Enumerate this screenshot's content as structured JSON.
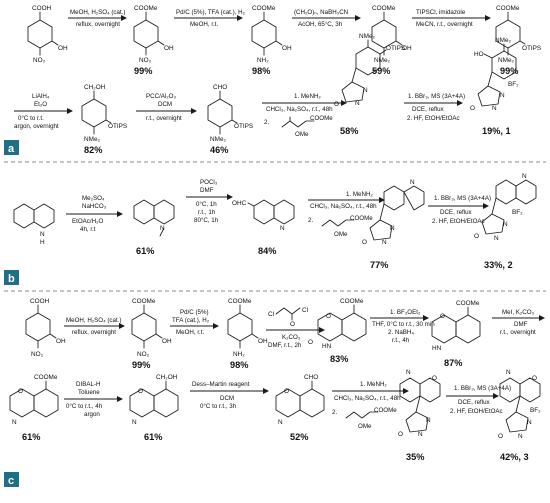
{
  "panels": [
    {
      "label": "a",
      "row1": {
        "sm_labels": [
          "COOH",
          "NO₂",
          "OH"
        ],
        "steps": [
          {
            "conditions": [
              "MeOH, H₂SO₄ (cat.)",
              "reflux, overnight"
            ],
            "yield": "99%"
          },
          {
            "conditions": [
              "Pd/C (5%), TFA (cat.), H₂",
              "MeOH, r.t."
            ],
            "yield": "98%"
          },
          {
            "conditions": [
              "(CH₂O)ₙ, NaBH₃CN",
              "AcOH, 65°C, 3h"
            ],
            "yield": "59%"
          },
          {
            "conditions": [
              "TIPSCl, imidazole",
              "MeCN, r.t., overnight"
            ],
            "yield": "99%"
          }
        ],
        "product_labels": [
          [
            "COOMe",
            "NO₂",
            "OH"
          ],
          [
            "COOMe",
            "NH₂",
            "OH"
          ],
          [
            "COOMe",
            "NMe₂",
            "OH"
          ],
          [
            "COOMe",
            "NMe₂",
            "OTIPS"
          ]
        ]
      },
      "row2": {
        "steps": [
          {
            "conditions": [
              "LiAlH₄",
              "Et₂O",
              "0°C to r.t.",
              "argon, overnight"
            ],
            "yield": "82%"
          },
          {
            "conditions": [
              "PCC/Al₂O₃",
              "DCM",
              "r.t., overnight"
            ],
            "yield": "46%"
          },
          {
            "conditions": [
              "1. MeNH₂",
              "CHCl₃, Na₂SO₄, r.t., 48h",
              "2.",
              "COOMe",
              "OMe"
            ],
            "yield": "58%"
          },
          {
            "conditions": [
              "1. BBr₃, MS (3A+4A)",
              "DCE, reflux",
              "2. HF, EtOH/EtOAc"
            ],
            "yield": "19%, 1"
          }
        ],
        "product_labels": [
          [
            "CH₂OH",
            "NMe₂",
            "OTIPS"
          ],
          [
            "CHO",
            "NMe₂",
            "OTIPS"
          ],
          [
            "NMe₂",
            "OTIPS",
            "N",
            "N",
            "O"
          ],
          [
            "NMe₂",
            "HO",
            "BF₂",
            "N",
            "N",
            "O"
          ]
        ]
      }
    },
    {
      "label": "b",
      "sm_labels": [
        "N",
        "H"
      ],
      "steps": [
        {
          "conditions": [
            "Me₂SO₄",
            "NaHCO₃",
            "EtOAc/H₂O",
            "4h, r.t"
          ],
          "yield": "61%"
        },
        {
          "conditions": [
            "POCl₃",
            "DMF",
            "0°C, 1h",
            "r.t., 1h",
            "80°C, 1h"
          ],
          "yield": "84%"
        },
        {
          "conditions": [
            "1. MeNH₂",
            "CHCl₃, Na₂SO₄, r.t., 48h",
            "2.",
            "COOMe",
            "OMe"
          ],
          "yield": "77%"
        },
        {
          "conditions": [
            "1. BBr₃, MS (3A+4A)",
            "DCE, reflux",
            "2. HF, EtOH/EtOAc"
          ],
          "yield": "33%, 2"
        }
      ],
      "product_labels": [
        [
          "N"
        ],
        [
          "OHC",
          "N"
        ],
        [
          "N",
          "N",
          "N",
          "O"
        ],
        [
          "N",
          "BF₂",
          "N",
          "N",
          "O"
        ]
      ]
    },
    {
      "label": "c",
      "row1": {
        "sm_labels": [
          "COOH",
          "NO₂",
          "OH"
        ],
        "steps": [
          {
            "conditions": [
              "MeOH, H₂SO₄ (cat.)",
              "reflux, overnight"
            ],
            "yield": "99%"
          },
          {
            "conditions": [
              "Pd/C (5%)",
              "TFA (cat.), H₂",
              "MeOH, r.t."
            ],
            "yield": "98%"
          },
          {
            "conditions": [
              "K₂CO₃",
              "DMF, r.t., 2h"
            ],
            "yield": "83%",
            "reagent_labels": [
              "Cl",
              "O",
              "Cl"
            ]
          },
          {
            "conditions": [
              "1. BF₃OEt₂",
              "THF, 0°C to r.t., 30 min",
              "2. NaBH₄",
              "r.t., 4h"
            ],
            "yield": "87%"
          },
          {
            "conditions": [
              "MeI, K₂CO₃",
              "DMF",
              "r.t., overnight"
            ],
            "yield": ""
          }
        ],
        "product_labels": [
          [
            "COOMe",
            "NO₂",
            "OH"
          ],
          [
            "COOMe",
            "NH₂",
            "OH"
          ],
          [
            "COOMe",
            "HN",
            "O",
            "O"
          ],
          [
            "COOMe",
            "HN",
            "O"
          ]
        ]
      },
      "row2": {
        "steps": [
          {
            "conditions": [
              "DIBAL-H",
              "Toluene",
              "0°C to r.t., 4h",
              "argon"
            ],
            "yield": "61%"
          },
          {
            "conditions": [
              "Dess–Martin reagent",
              "DCM",
              "0°C to r.t., 3h"
            ],
            "yield": "52%"
          },
          {
            "conditions": [
              "1. MeNH₂",
              "CHCl₃, Na₂SO₄, r.t., 48h",
              "2.",
              "COOMe",
              "OMe"
            ],
            "yield": "35%"
          },
          {
            "conditions": [
              "1. BBr₃, MS (3A+4A)",
              "DCE, reflux",
              "2. HF, EtOH/EtOAc"
            ],
            "yield": "42%, 3"
          }
        ],
        "start_labels": [
          "COOMe",
          "N",
          "O"
        ],
        "start_yield": "61%",
        "product_labels": [
          [
            "CH₂OH",
            "N",
            "O"
          ],
          [
            "CHO",
            "N",
            "O"
          ],
          [
            "N",
            "O",
            "N",
            "N",
            "O"
          ],
          [
            "N",
            "O",
            "BF₂",
            "N",
            "N",
            "O"
          ]
        ]
      }
    }
  ],
  "colors": {
    "panel_label_bg": "#1f6f86",
    "divider": "#8a8a8a"
  }
}
